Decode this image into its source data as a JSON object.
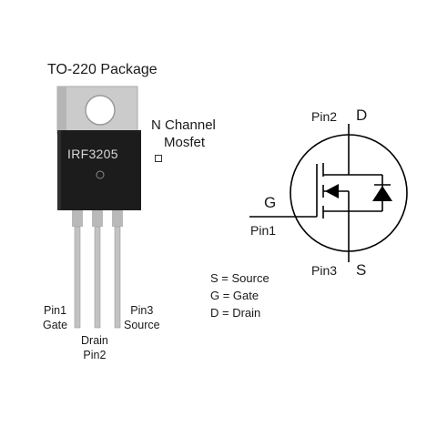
{
  "package": {
    "title": "TO-220 Package",
    "part_number": "IRF3205"
  },
  "channel": {
    "line1": "N Channel",
    "line2": "Mosfet"
  },
  "package_pins": {
    "pin1": {
      "number": "Pin1",
      "name": "Gate"
    },
    "pin2": {
      "name": "Drain",
      "number": "Pin2"
    },
    "pin3": {
      "number": "Pin3",
      "name": "Source"
    }
  },
  "symbol": {
    "drain_pin": "Pin2",
    "drain_letter": "D",
    "gate_letter": "G",
    "gate_pin": "Pin1",
    "source_pin": "Pin3",
    "source_letter": "S"
  },
  "legend": [
    "S = Source",
    "G = Gate",
    "D = Drain"
  ],
  "colors": {
    "tab_metal": "#c9c9c9",
    "body": "#1b1b1b",
    "leads": "#bdbdbd",
    "line": "#000000"
  }
}
